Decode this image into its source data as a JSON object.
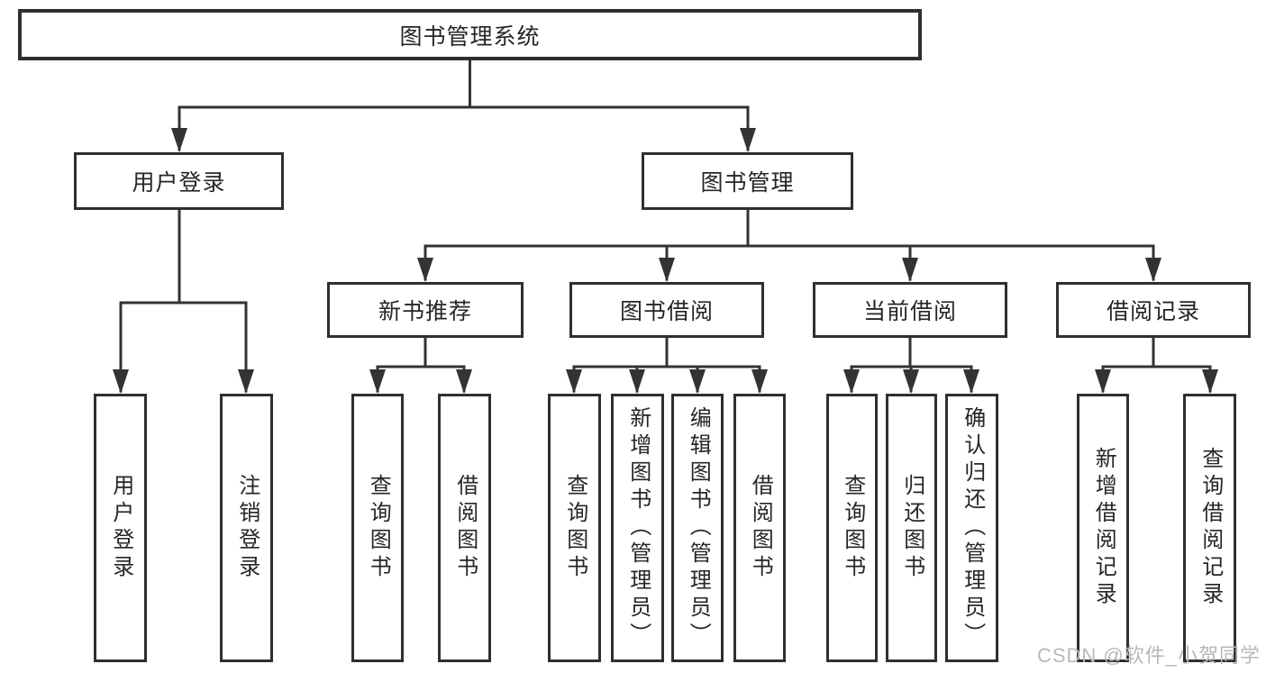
{
  "tree": {
    "root": {
      "label": "图书管理系统",
      "children": [
        {
          "label": "用户登录",
          "children": [
            {
              "label": "用户登录"
            },
            {
              "label": "注销登录"
            }
          ]
        },
        {
          "label": "图书管理",
          "children": [
            {
              "label": "新书推荐",
              "children": [
                {
                  "label": "查询图书"
                },
                {
                  "label": "借阅图书"
                }
              ]
            },
            {
              "label": "图书借阅",
              "children": [
                {
                  "label": "查询图书"
                },
                {
                  "label": "新增图书（管理员）"
                },
                {
                  "label": "编辑图书（管理员）"
                },
                {
                  "label": "借阅图书"
                }
              ]
            },
            {
              "label": "当前借阅",
              "children": [
                {
                  "label": "查询图书"
                },
                {
                  "label": "归还图书"
                },
                {
                  "label": "确认归还（管理员）"
                }
              ]
            },
            {
              "label": "借阅记录",
              "children": [
                {
                  "label": "新增借阅记录"
                },
                {
                  "label": "查询借阅记录"
                }
              ]
            }
          ]
        }
      ]
    }
  },
  "watermark": {
    "text": "CSDN @软件_小贺同学"
  },
  "colors": {
    "line": "#333333",
    "box_border": "#2f2f2f",
    "text": "#262626",
    "watermark": "#b8b8b8",
    "background": "#ffffff"
  }
}
